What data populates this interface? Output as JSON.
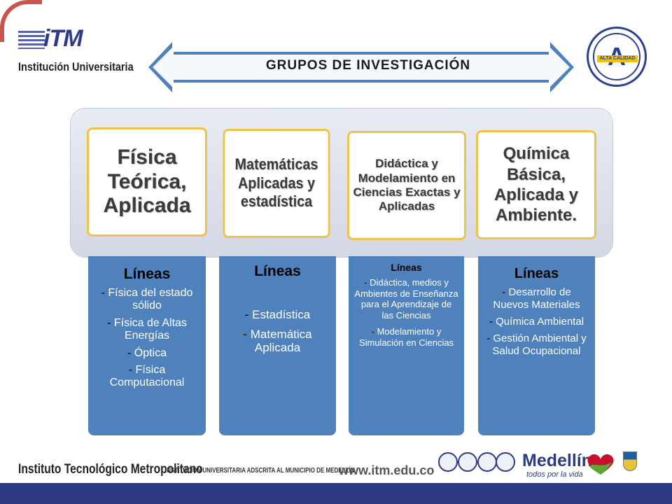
{
  "header": {
    "institution_line": "Institución Universitaria",
    "logo_wordmark": "iTM",
    "seal_band_text": "ALTA CALIDAD",
    "title": "GRUPOS DE INVESTIGACIÓN"
  },
  "groups": [
    {
      "name": "Física Teórica, Aplicada",
      "lines_heading": "Líneas",
      "lines": [
        "Física del estado sólido",
        "Física de Altas Energías",
        "Óptica",
        "Física Computacional"
      ]
    },
    {
      "name": "Matemáticas Aplicadas y estadística",
      "lines_heading": "Líneas",
      "lines": [
        "Estadística",
        "Matemática Aplicada"
      ]
    },
    {
      "name": "Didáctica y Modelamiento en Ciencias Exactas y Aplicadas",
      "lines_heading": "Líneas",
      "lines": [
        "Didáctica, medios y Ambientes de Enseñanza para el Aprendizaje de las Ciencias",
        "Modelamiento y Simulación en Ciencias"
      ]
    },
    {
      "name": "Química Básica, Aplicada y Ambiente.",
      "lines_heading": "Líneas",
      "lines": [
        "Desarrollo de Nuevos Materiales",
        "Química Ambiental",
        "Gestión Ambiental y Salud Ocupacional"
      ]
    }
  ],
  "footer": {
    "institute": "Instituto Tecnológico Metropolitano",
    "subtitle": "INSTITUCIÓN UNIVERSITARIA ADSCRITA AL MUNICIPIO DE MEDELLÍN",
    "url": "www.itm.edu.co",
    "city_brand": "Medellín",
    "city_slogan": "todos por la vida"
  },
  "colors": {
    "arrow": "#4f81bd",
    "column": "#4f81bd",
    "card_border": "#f0c24b",
    "footer_bar": "#2e3b82"
  },
  "icons": [
    "itm-logo",
    "accreditation-seal",
    "certification-badges",
    "medellin-heart",
    "city-coat-of-arms"
  ]
}
